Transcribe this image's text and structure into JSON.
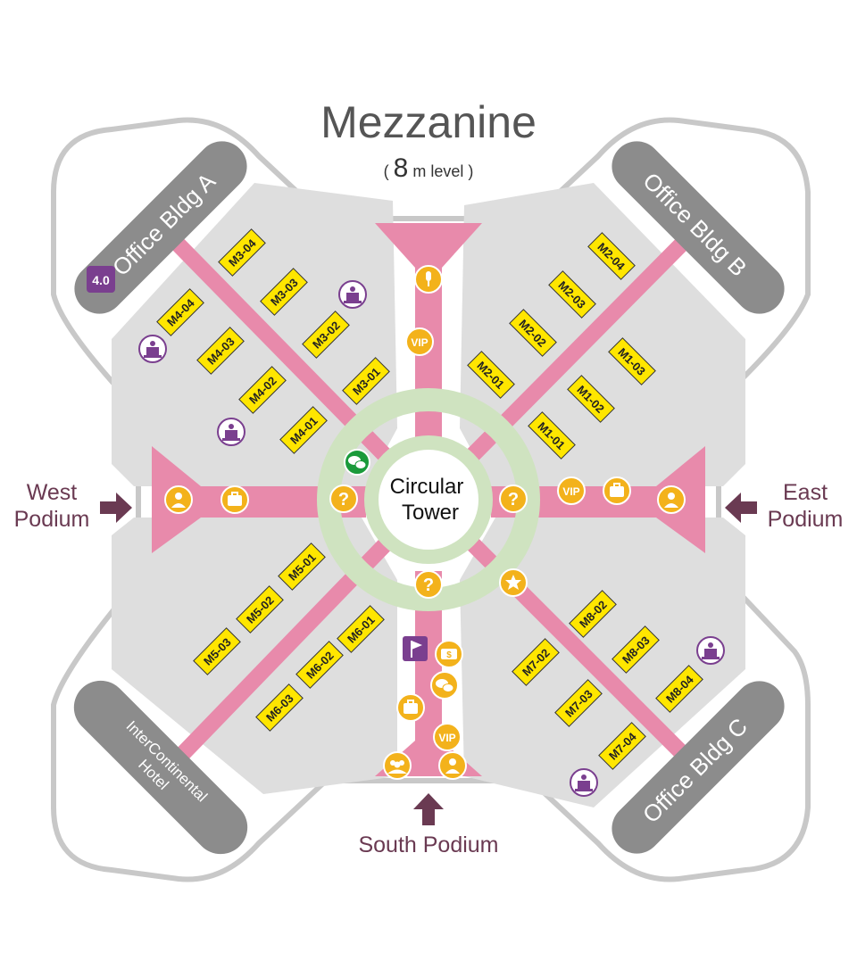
{
  "title": "Mezzanine",
  "subtitle": {
    "open": "(",
    "number": "8",
    "unit": "m level",
    "close": ")"
  },
  "center": {
    "line1": "Circular",
    "line2": "Tower"
  },
  "buildings": {
    "a": "Office Bldg A",
    "b": "Office Bldg B",
    "c": "Office Bldg C",
    "hotel_line1": "InterContinental",
    "hotel_line2": "Hotel"
  },
  "badge": "4.0",
  "podiums": {
    "west_line1": "West",
    "west_line2": "Podium",
    "east_line1": "East",
    "east_line2": "Podium",
    "south": "South Podium"
  },
  "rooms": {
    "m1": [
      "M1-01",
      "M1-02",
      "M1-03"
    ],
    "m2": [
      "M2-01",
      "M2-02",
      "M2-03",
      "M2-04"
    ],
    "m3": [
      "M3-01",
      "M3-02",
      "M3-03",
      "M3-04"
    ],
    "m4": [
      "M4-01",
      "M4-02",
      "M4-03",
      "M4-04"
    ],
    "m5": [
      "M5-01",
      "M5-02",
      "M5-03"
    ],
    "m6": [
      "M6-01",
      "M6-02",
      "M6-03"
    ],
    "m7": [
      "M7-02",
      "M7-03",
      "M7-04"
    ],
    "m8": [
      "M8-02",
      "M8-03",
      "M8-04"
    ]
  },
  "icons": {
    "vip": "VIP",
    "help": "?",
    "types": [
      "info-person-icon",
      "luggage-icon",
      "help-icon",
      "vip-icon",
      "microphone-icon",
      "podium-lectern-icon",
      "wechat-icon",
      "star-icon",
      "currency-exchange-icon",
      "group-icon",
      "golf-flag-icon"
    ]
  },
  "colors": {
    "walkway": "#e88aab",
    "zone": "#dedede",
    "ring": "#cfe3c0",
    "building": "#8c8c8c",
    "room_box": "#ffe600",
    "amenity": "#f3b21b",
    "lectern": "#7a3f8f",
    "title": "#555555",
    "podium_label": "#6a3a52"
  }
}
